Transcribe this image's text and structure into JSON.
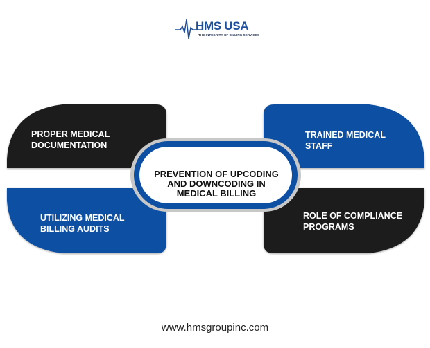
{
  "logo": {
    "title": "HMS USA",
    "tagline": "THE INTEGRITY OF BILLING SERVICES",
    "icon": "heartbeat-line-icon"
  },
  "center": {
    "lines": [
      "PREVENTION OF UPCODING",
      "AND DOWNCODING IN",
      "MEDICAL BILLING"
    ]
  },
  "blocks": [
    {
      "position": "top-left",
      "color": "#1c1c1c",
      "lines": [
        "PROPER MEDICAL",
        "DOCUMENTATION"
      ]
    },
    {
      "position": "bottom-left",
      "color": "#0d4fa2",
      "lines": [
        "UTILIZING MEDICAL",
        "BILLING AUDITS"
      ]
    },
    {
      "position": "top-right",
      "color": "#0d4fa2",
      "lines": [
        "TRAINED MEDICAL",
        "STAFF"
      ]
    },
    {
      "position": "bottom-right",
      "color": "#1c1c1c",
      "lines": [
        "ROLE OF COMPLIANCE",
        "PROGRAMS"
      ]
    }
  ],
  "colors": {
    "blue": "#0d4fa2",
    "black": "#1c1c1c",
    "ring_gray": "#c8c8c8"
  },
  "footer": {
    "url": "www.hmsgroupinc.com"
  }
}
